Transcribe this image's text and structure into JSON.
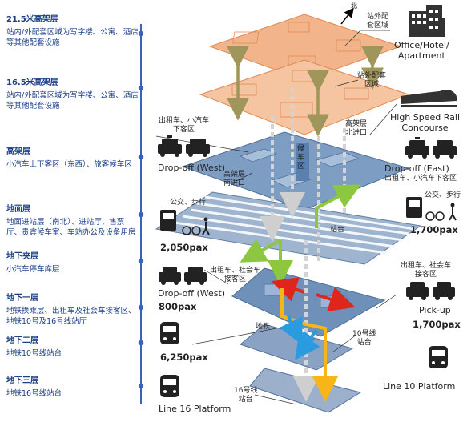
{
  "levels": [
    {
      "title": "21.5米高架层",
      "desc": "站内/外配套区域为写字楼、公寓、酒店等其他配套设施"
    },
    {
      "title": "16.5米高架层",
      "desc": "站内/外配套区域为写字楼、公寓、酒店等其他配套设施"
    },
    {
      "title": "高架层",
      "desc": "小汽车上下客区（东西）、旅客候车区"
    },
    {
      "title": "地面层",
      "desc": "地面进站层（南北）、进站厅、售票厅、贵宾候车室、车站办公及设备用房"
    },
    {
      "title": "地下夹层",
      "desc": "小汽车停车库层"
    },
    {
      "title": "地下一层",
      "desc": "地铁换乘层、出租车及社会车接客区、地铁10号及16号线站厅"
    },
    {
      "title": "地下二层",
      "desc": "地铁10号线站台"
    },
    {
      "title": "地下三层",
      "desc": "地铁16号线站台"
    }
  ],
  "labels": {
    "north": "北",
    "outside_zone_top": "站外配\n套区域",
    "office": "Office/Hotel/\nApartment",
    "outside_zone_2": "站外配套\n区域",
    "hsr": "High Speed Rail\nConcourse",
    "taxi_west": "出租车、小汽车\n下客区",
    "elevated_north": "高架层\n北进口",
    "waiting": "候\n车\n区",
    "elevated_south": "高架层\n南进口",
    "dropoff_west": "Drop-off (West)",
    "dropoff_east": "Drop-off (East)",
    "taxi_east": "出租车、小汽车下客区",
    "bus_walk_left": "公交、步行",
    "bus_walk_right": "公交、步行",
    "pax_2050": "2,050pax",
    "pax_1700_top": "1,700pax",
    "platform": "站台",
    "taxi_social_left": "出租车、社会车\n接客区",
    "dropoff_west2": "Drop-off (West)",
    "pax_800": "800pax",
    "taxi_social_right": "出租车、社会车\n接客区",
    "pickup": "Pick-up",
    "pax_1700_bottom": "1,700pax",
    "metro": "地铁",
    "pax_6250": "6,250pax",
    "line10_cn": "10号线\n站台",
    "line10": "Line 10 Platform",
    "line16_cn": "16号线\n站台",
    "line16": "Line 16 Platform"
  },
  "colors": {
    "level_text": "#1b3e86",
    "orange_floor": "#f2b48a",
    "blue_floor": "#6e90b8",
    "green_arrow": "#8dc63f",
    "red_arrow": "#e0251b",
    "yellow_path": "#f7b516",
    "blue_arrow": "#2b9be0"
  }
}
